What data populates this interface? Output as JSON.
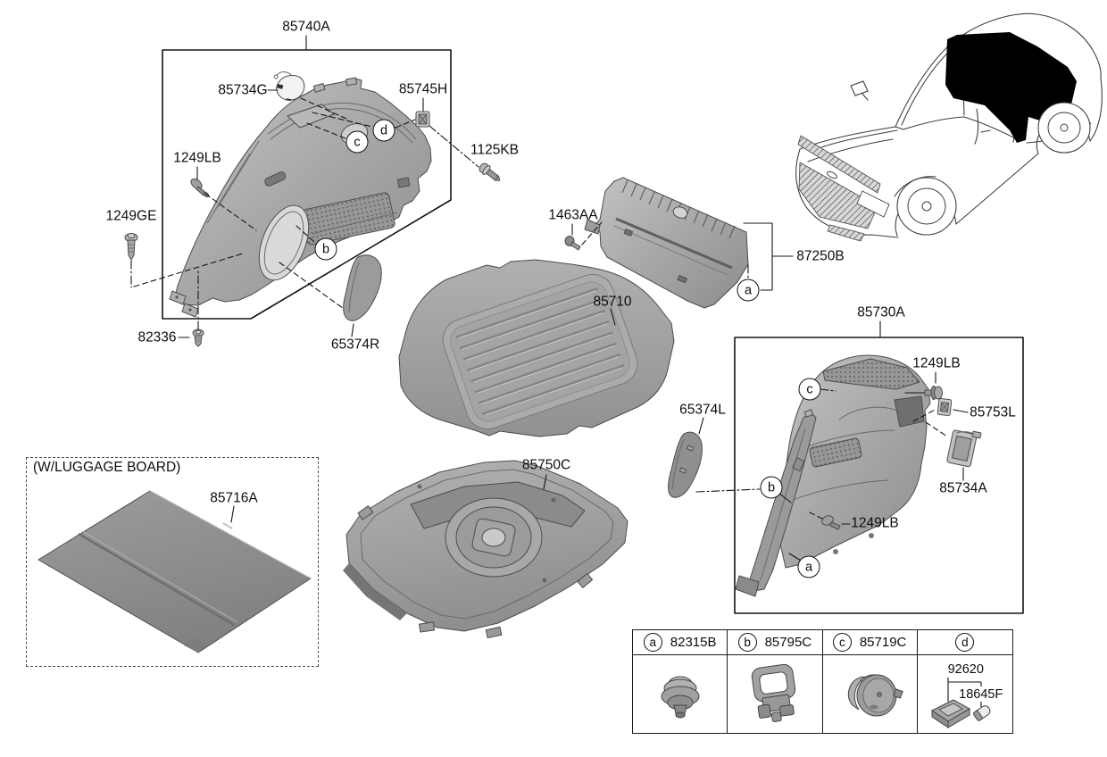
{
  "labels": {
    "85740A": "85740A",
    "85734G": "85734G",
    "85745H": "85745H",
    "1125KB": "1125KB",
    "1249LB": "1249LB",
    "1249GE": "1249GE",
    "82336": "82336",
    "65374R": "65374R",
    "85710": "85710",
    "1463AA": "1463AA",
    "87250B": "87250B",
    "85730A": "85730A",
    "85753L": "85753L",
    "85734A": "85734A",
    "65374L": "65374L",
    "85750C": "85750C",
    "85716A": "85716A"
  },
  "note": {
    "luggage_board": "(W/LUGGAGE BOARD)"
  },
  "callouts": {
    "a": "a",
    "b": "b",
    "c": "c",
    "d": "d"
  },
  "legend": {
    "columns": [
      {
        "callout": "a",
        "part": "82315B",
        "icon": "push-clip-icon"
      },
      {
        "callout": "b",
        "part": "85795C",
        "icon": "luggage-hook-icon"
      },
      {
        "callout": "c",
        "part": "85719C",
        "icon": "hook-cover-icon"
      },
      {
        "callout": "d",
        "part": "",
        "icon": "luggage-lamp-icon",
        "sub_parts": [
          "92620",
          "18645F"
        ]
      }
    ]
  },
  "colors": {
    "line": "#161616",
    "part_fill": "#a6a6a6",
    "part_dark": "#8b8b8b",
    "part_light": "#c6c6c6",
    "board_fill": "#8f8f8f",
    "blackout": "#000000"
  }
}
